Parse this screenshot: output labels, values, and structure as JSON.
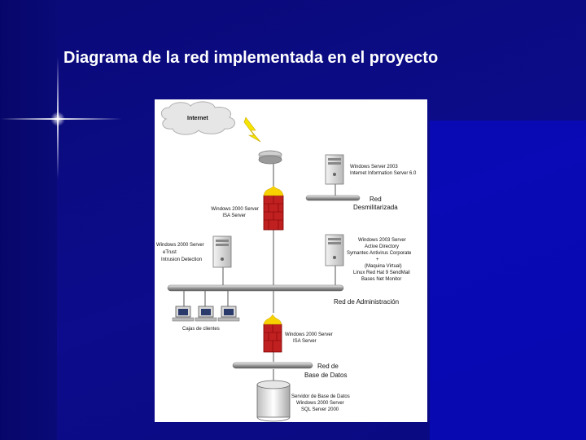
{
  "slide": {
    "title": "Diagrama de la red implementada en el proyecto"
  },
  "diagram": {
    "internet_label": "Internet",
    "web_server_lines": [
      "Windows Server 2003",
      "Internet Information Server 6.0"
    ],
    "dmz_network_lines": [
      "Red",
      "Desmilitarizada"
    ],
    "isa_server_top_lines": [
      "Windows 2000 Server",
      "ISA Server"
    ],
    "mgmt_server_left_lines": [
      "Windows 2000 Server",
      "eTrust",
      "Intrusion Detection"
    ],
    "mgmt_server_right_lines": [
      "Windows 2003 Server",
      "Active Directory",
      "Symantec Antivirus Corporate",
      "+",
      "(Maquina Virtual)",
      "Linux Red Hat 9 SendMail",
      "Bases Net Monitor"
    ],
    "admin_network_label": "Red de Administración",
    "clients_label": "Cajas de clientes",
    "isa_server_bottom_lines": [
      "Windows 2000 Server",
      "ISA Server"
    ],
    "db_network_lines": [
      "Red de",
      "Base de Datos"
    ],
    "db_server_lines": [
      "Servidor de Base de Datos",
      "Windows 2000 Server",
      "SQL Server 2000"
    ]
  }
}
